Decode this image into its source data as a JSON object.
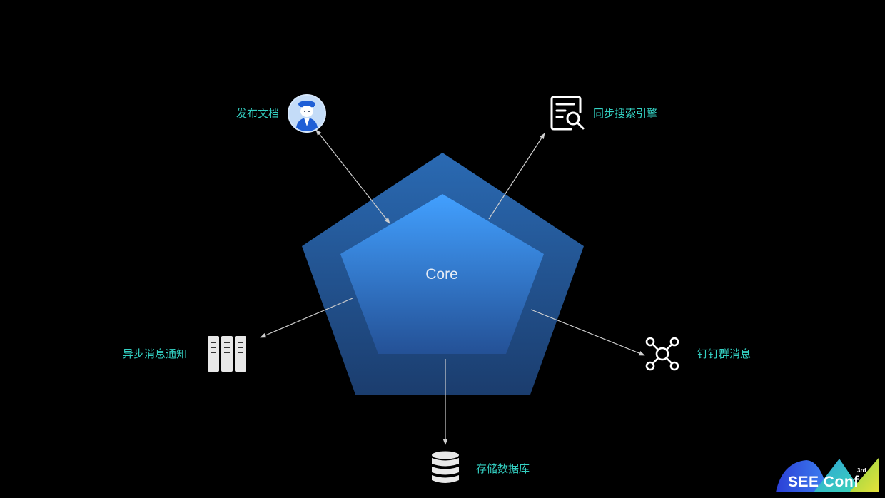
{
  "diagram": {
    "center_label": "Core",
    "nodes": [
      {
        "id": "publish-docs",
        "label": "发布文档",
        "icon": "user-avatar-icon"
      },
      {
        "id": "search-sync",
        "label": "同步搜索引擎",
        "icon": "document-search-icon"
      },
      {
        "id": "async-notify",
        "label": "异步消息通知",
        "icon": "server-rack-icon"
      },
      {
        "id": "dingtalk",
        "label": "钉钉群消息",
        "icon": "network-hub-icon"
      },
      {
        "id": "database",
        "label": "存储数据库",
        "icon": "database-icon"
      }
    ]
  },
  "brand": {
    "name": "SEE Conf",
    "superscript": "3rd"
  },
  "colors": {
    "background": "#000000",
    "label_teal": "#34d1c3",
    "outer_pentagon": "#1f4f8c",
    "inner_pentagon": "#3a8ee0",
    "arrow": "#cfcfcf"
  }
}
